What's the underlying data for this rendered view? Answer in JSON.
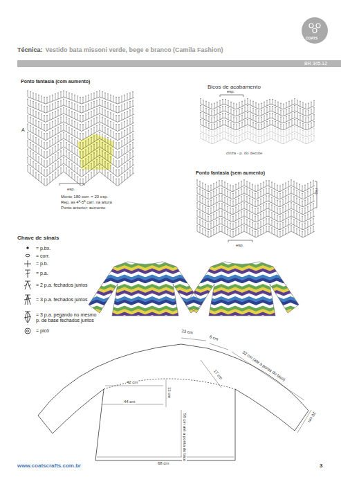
{
  "diagram": {
    "title": "Vestido bata missoni verde, bege e branco (Camila Fashion)",
    "labels": [
      "Técnica:",
      "BR 345.12",
      "COATS",
      "Ponto fantasia (com aumento)",
      "A",
      "esp.",
      "Monte 180 corr. = 20 esp.",
      "Rep. as 4ª-5ª carr. na altura",
      "Ponto anterior: aumento",
      "Bicos de acabamento",
      "esp.",
      "cinza - p. do decote",
      "Ponto fantasia (sem aumento)",
      "rep.",
      "esp.",
      "Chave de sinais",
      "42 cm",
      "44 cm",
      "13 cm",
      "58 cm até a ponta do bico",
      "68 cm",
      "23 cm",
      "6 cm",
      "32 cm (até a ponta do bico)",
      "17 cm",
      "20 cm",
      "www.coatscrafts.com.br",
      "3"
    ],
    "legend": [
      {
        "text": "= p.bx."
      },
      {
        "text": "= corr."
      },
      {
        "text": "= p.b."
      },
      {
        "text": "= p.a."
      },
      {
        "text": "= 2 p.a. fechados juntos"
      },
      {
        "text": "= 3 p.a. fechados juntos"
      },
      {
        "text": "= 3 p.a. pegando no mesmo p. de base fechados juntos"
      },
      {
        "text": "= picô"
      }
    ]
  }
}
